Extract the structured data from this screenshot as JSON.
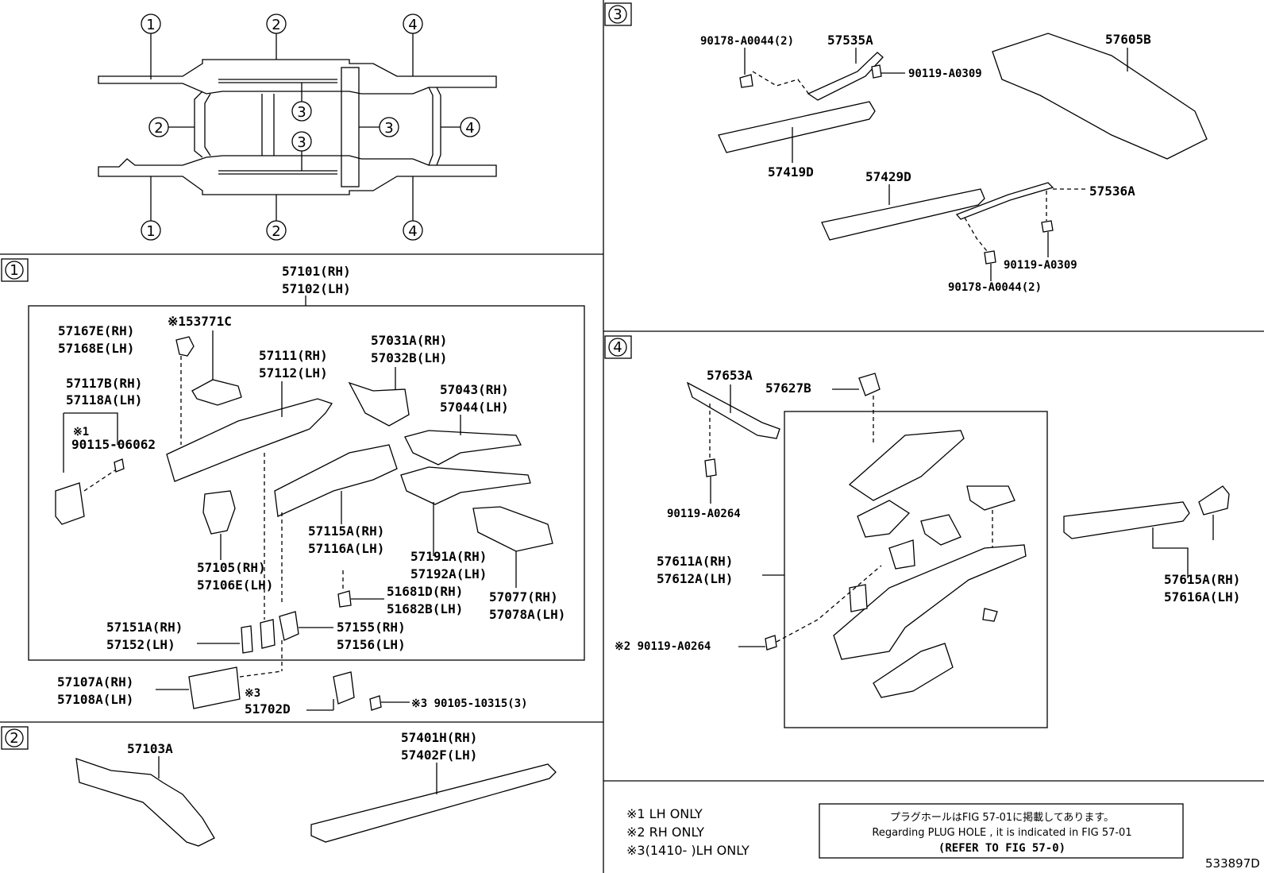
{
  "overview": {
    "markers": [
      "1",
      "2",
      "3",
      "4"
    ]
  },
  "sections": {
    "s1_label": "1",
    "s2_label": "2",
    "s3_label": "3",
    "s4_label": "4"
  },
  "section1": {
    "main_rh": "57101(RH)",
    "main_lh": "57102(LH)",
    "p57167": "57167E(RH)",
    "p57168": "57168E(LH)",
    "p53771": "※153771C",
    "p57117": "57117B(RH)",
    "p57118": "57118A(LH)",
    "star1": "※1",
    "p90115": "90115-06062",
    "p57111": "57111(RH)",
    "p57112": "57112(LH)",
    "p57031": "57031A(RH)",
    "p57032": "57032B(LH)",
    "p57043": "57043(RH)",
    "p57044": "57044(LH)",
    "p57105": "57105(RH)",
    "p57106": "57106E(LH)",
    "p57115": "57115A(RH)",
    "p57116": "57116A(LH)",
    "p57191": "57191A(RH)",
    "p57192": "57192A(LH)",
    "p51681": "51681D(RH)",
    "p51682": "51682B(LH)",
    "p57077": "57077(RH)",
    "p57078": "57078A(LH)",
    "p57151": "57151A(RH)",
    "p57152": "57152(LH)",
    "p57155": "57155(RH)",
    "p57156": "57156(LH)",
    "p57107": "57107A(RH)",
    "p57108": "57108A(LH)",
    "star3": "※3",
    "p51702": "51702D",
    "p90105": "※3 90105-10315(3)"
  },
  "section2": {
    "p57103": "57103A",
    "p57401": "57401H(RH)",
    "p57402": "57402F(LH)"
  },
  "section3": {
    "p90178a": "90178-A0044(2)",
    "p57535": "57535A",
    "p90119a": "90119-A0309",
    "p57605": "57605B",
    "p57419": "57419D",
    "p57429": "57429D",
    "p57536": "57536A",
    "p90119b": "90119-A0309",
    "p90178b": "90178-A0044(2)"
  },
  "section4": {
    "p57653": "57653A",
    "p57627": "57627B",
    "p90119c": "90119-A0264",
    "p57611": "57611A(RH)",
    "p57612": "57612A(LH)",
    "p90119d": "※2 90119-A0264",
    "p57615": "57615A(RH)",
    "p57616": "57616A(LH)"
  },
  "notes": {
    "n1": "※1 LH ONLY",
    "n2": "※2 RH ONLY",
    "n3": "※3(1410-      )LH ONLY",
    "jp": "プラグホールはFIG 57-01に掲載してあります。",
    "en": "Regarding PLUG HOLE , it is indicated in FIG 57-01",
    "refer": "(REFER TO FIG 57-0)",
    "code": "533897D"
  }
}
